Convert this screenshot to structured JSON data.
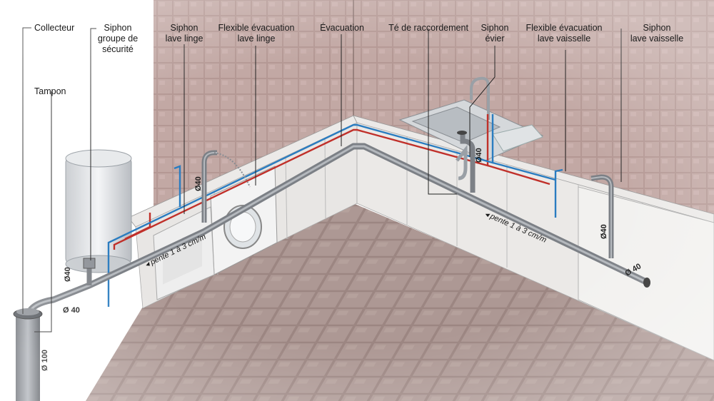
{
  "labels": {
    "collecteur": "Collecteur",
    "tampon": "Tampon",
    "siphon_securite": [
      "Siphon",
      "groupe de",
      "sécurité"
    ],
    "siphon_linge": [
      "Siphon",
      "lave linge"
    ],
    "flexible_linge": [
      "Flexible évacuation",
      "lave linge"
    ],
    "evacuation": "Évacuation",
    "te_raccordement": "Té de raccordement",
    "siphon_evier": [
      "Siphon",
      "évier"
    ],
    "flexible_vaisselle": [
      "Flexible évacuation",
      "lave vaisselle"
    ],
    "siphon_vaisselle": [
      "Siphon",
      "lave vaisselle"
    ]
  },
  "dimensions": {
    "d40_left_vertical": "Ø40",
    "d40_left_horizontal": "Ø 40",
    "d100": "Ø 100",
    "d40_linge": "Ø40",
    "d40_evier": "Ø40",
    "d40_vaisselle": "Ø40",
    "d40_end": "Ø 40"
  },
  "slopes": {
    "left": "pente 1 à 3 cm/m",
    "right": "pente 1 à 3 cm/m"
  },
  "colors": {
    "tile_wall": "#b89c98",
    "tile_floor": "#a08c88",
    "pipe": "#8e9298",
    "hot_pipe": "#c0302a",
    "cold_pipe": "#2a7cc0"
  }
}
